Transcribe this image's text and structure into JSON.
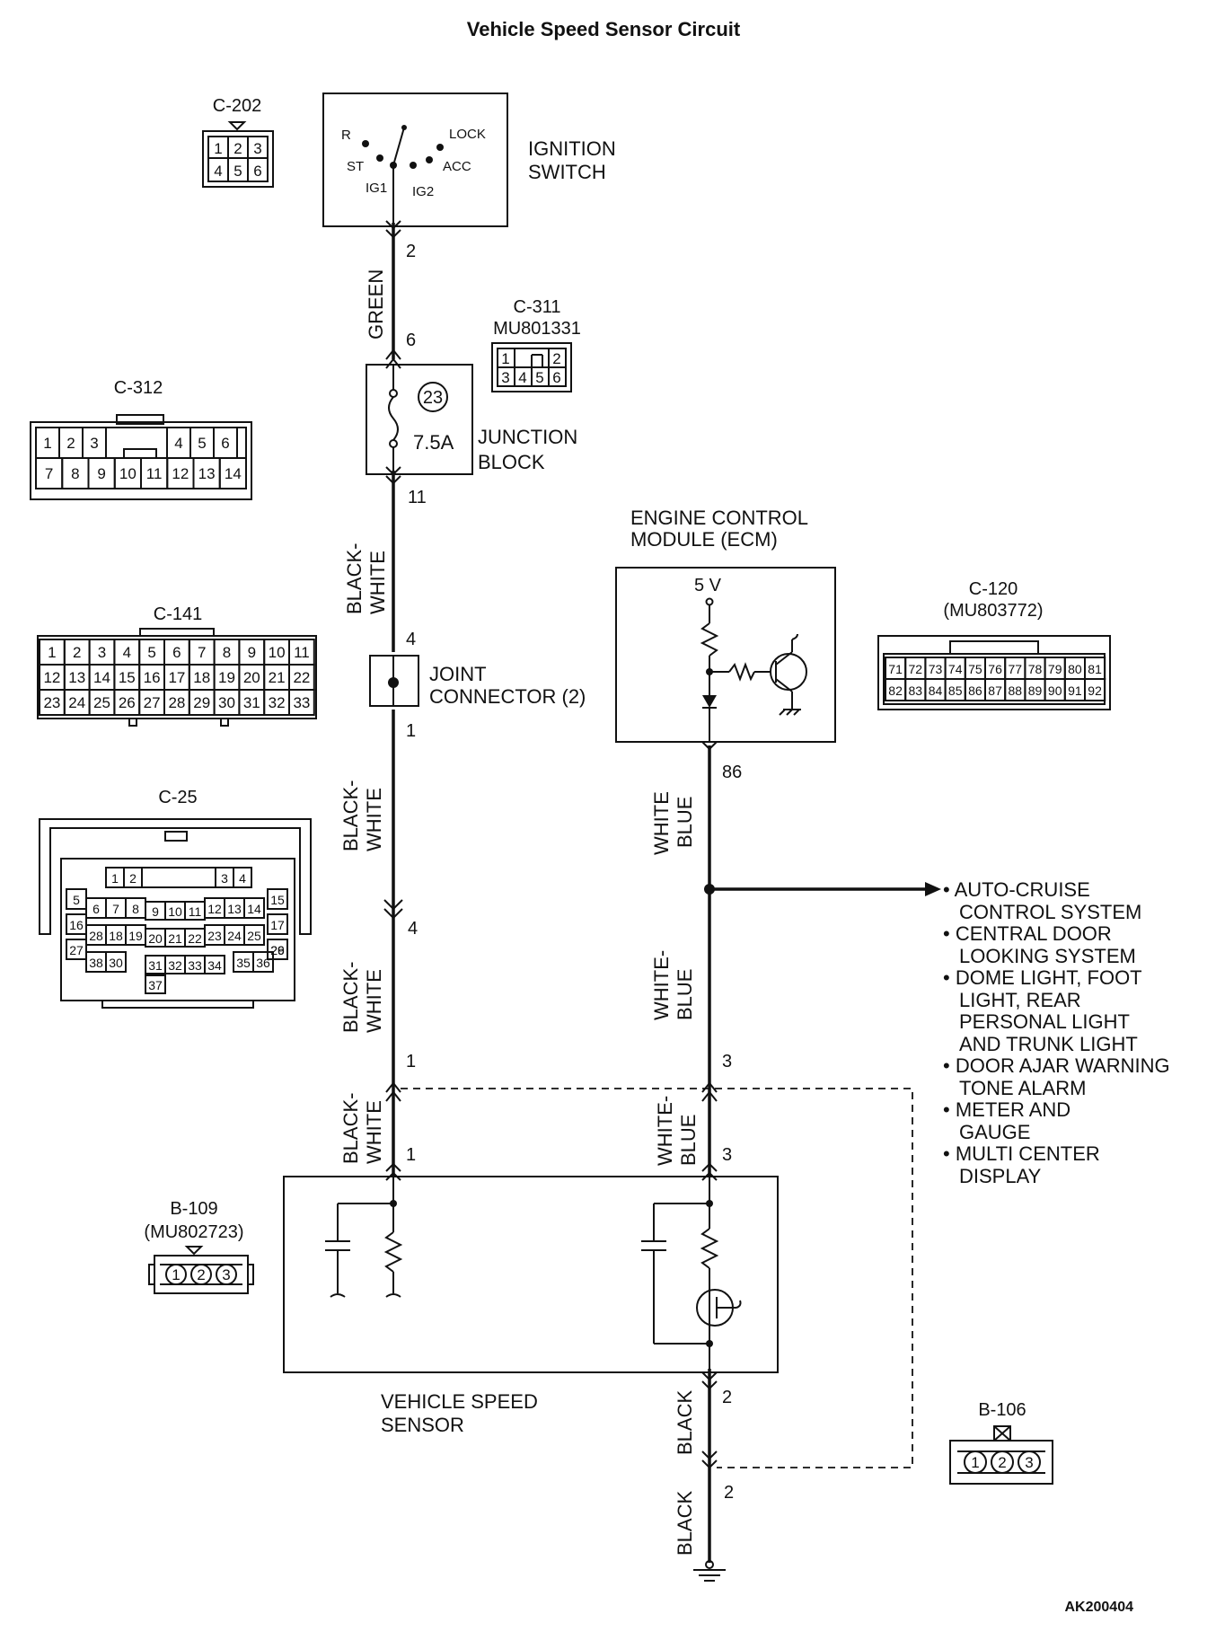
{
  "title": "Vehicle Speed Sensor Circuit",
  "reference": "AK200404",
  "components": {
    "ignition_switch": {
      "label": [
        "IGNITION",
        "SWITCH"
      ],
      "positions": {
        "r": "R",
        "lock": "LOCK",
        "st": "ST",
        "acc": "ACC",
        "ig1": "IG1",
        "ig2": "IG2"
      },
      "pin": "2"
    },
    "junction_block": {
      "label": [
        "JUNCTION",
        "BLOCK"
      ],
      "fuse_no": "23",
      "fuse_rating": "7.5A",
      "pin_in": "6",
      "pin_out": "11"
    },
    "joint_connector": {
      "label": [
        "JOINT",
        "CONNECTOR (2)"
      ],
      "pin_in": "4",
      "pin_out": "1"
    },
    "ecm": {
      "label": [
        "ENGINE CONTROL",
        "MODULE (ECM)"
      ],
      "supply": "5 V",
      "pin": "86"
    },
    "vss": {
      "label": [
        "VEHICLE SPEED",
        "SENSOR"
      ],
      "pins": [
        "1",
        "3",
        "2"
      ]
    }
  },
  "wires": {
    "green": "GREEN",
    "black_white": [
      "BLACK-",
      "WHITE"
    ],
    "white_blue_1": [
      "WHITE",
      "BLUE"
    ],
    "white_blue_2": [
      "WHITE-",
      "BLUE"
    ],
    "black": "BLACK",
    "pins": {
      "a": "4",
      "b": "1",
      "c": "1",
      "d": "3",
      "e": "3",
      "f": "2",
      "g": "2"
    }
  },
  "destinations": [
    [
      "AUTO-CRUISE",
      "CONTROL SYSTEM"
    ],
    [
      "CENTRAL DOOR",
      "LOOKING SYSTEM"
    ],
    [
      "DOME LIGHT, FOOT",
      "LIGHT, REAR",
      "PERSONAL LIGHT",
      "AND TRUNK LIGHT"
    ],
    [
      "DOOR AJAR WARNING",
      "TONE ALARM"
    ],
    [
      "METER AND",
      "GAUGE"
    ],
    [
      "MULTI CENTER",
      "DISPLAY"
    ]
  ],
  "connectors": {
    "c202": {
      "name": "C-202",
      "rows": [
        [
          "1",
          "2",
          "3"
        ],
        [
          "4",
          "5",
          "6"
        ]
      ]
    },
    "c311": {
      "name": "C-311",
      "part": "MU801331",
      "rows": [
        [
          "1",
          "",
          "2"
        ],
        [
          "3",
          "4",
          "5",
          "6"
        ]
      ]
    },
    "c312": {
      "name": "C-312",
      "row1": [
        "1",
        "2",
        "3",
        "4",
        "5",
        "6"
      ],
      "row2": [
        "7",
        "8",
        "9",
        "10",
        "11",
        "12",
        "13",
        "14"
      ]
    },
    "c141": {
      "name": "C-141",
      "rows": [
        [
          "1",
          "2",
          "3",
          "4",
          "5",
          "6",
          "7",
          "8",
          "9",
          "10",
          "11"
        ],
        [
          "12",
          "13",
          "14",
          "15",
          "16",
          "17",
          "18",
          "19",
          "20",
          "21",
          "22"
        ],
        [
          "23",
          "24",
          "25",
          "26",
          "27",
          "28",
          "29",
          "30",
          "31",
          "32",
          "33"
        ]
      ]
    },
    "c120": {
      "name": "C-120",
      "part": "(MU803772)",
      "rows": [
        [
          "71",
          "72",
          "73",
          "74",
          "75",
          "76",
          "77",
          "78",
          "79",
          "80",
          "81"
        ],
        [
          "82",
          "83",
          "84",
          "85",
          "86",
          "87",
          "88",
          "89",
          "90",
          "91",
          "92"
        ]
      ]
    },
    "c25": {
      "name": "C-25",
      "cells": [
        "1",
        "2",
        "3",
        "4",
        "5",
        "6",
        "7",
        "8",
        "9",
        "10",
        "11",
        "12",
        "13",
        "14",
        "15",
        "16",
        "17",
        "28",
        "18",
        "19",
        "20",
        "21",
        "22",
        "23",
        "24",
        "25",
        "26",
        "27",
        "29",
        "38",
        "30",
        "31",
        "32",
        "33",
        "34",
        "35",
        "36",
        "37"
      ]
    },
    "b109": {
      "name": "B-109",
      "part": "(MU802723)",
      "pins": [
        "1",
        "2",
        "3"
      ]
    },
    "b106": {
      "name": "B-106",
      "pins": [
        "1",
        "2",
        "3"
      ]
    }
  }
}
